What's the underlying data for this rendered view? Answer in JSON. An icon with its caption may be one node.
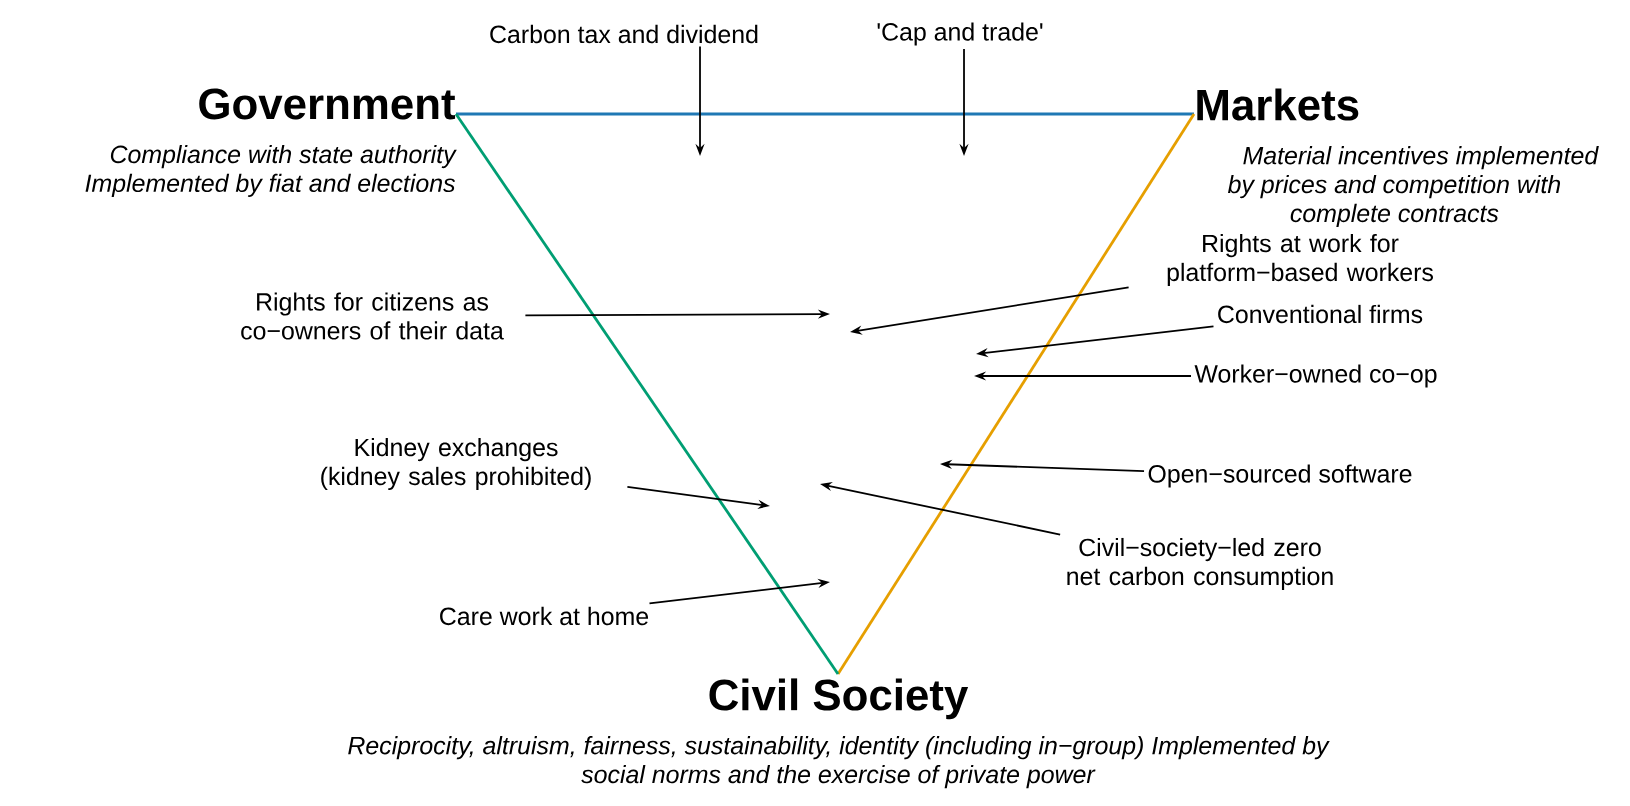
{
  "diagram": {
    "nodes": [
      {
        "text": [
          "Government",
          "Compliance with state authority Implemented by fiat and elections"
        ]
      },
      {
        "text": [
          "Markets",
          "Material incentives implemented by prices and competition with complete contracts"
        ]
      },
      {
        "text": [
          "Civil Society",
          "Reciprocity, altruism, fairness, sustainability, identity (including in−group) Implemented by social norms and the exercise of private power"
        ]
      },
      {
        "text": [
          "Carbon tax and dividend"
        ]
      },
      {
        "text": [
          "'Cap and trade'"
        ]
      },
      {
        "text": [
          "Rights for citizens as co−owners of their data"
        ]
      },
      {
        "text": [
          "Rights at work for platform−based workers"
        ]
      },
      {
        "text": [
          "Conventional firms"
        ]
      },
      {
        "text": [
          "Worker−owned co−op"
        ]
      },
      {
        "text": [
          "Kidney exchanges (kidney sales prohibited)"
        ]
      },
      {
        "text": [
          "Open−sourced software"
        ]
      },
      {
        "text": [
          "Civil−society−led zero net carbon consumption"
        ]
      },
      {
        "text": [
          "Care work at home"
        ]
      }
    ],
    "edges": [
      {
        "from": 0,
        "to": 1,
        "arrow": "none",
        "color": "#1f78b4"
      },
      {
        "from": 1,
        "to": 2,
        "arrow": "none",
        "color": "#e69f00"
      },
      {
        "from": 0,
        "to": 2,
        "arrow": "none",
        "color": "#009e73"
      },
      {
        "from": 3,
        "to": null,
        "arrow": "to"
      },
      {
        "from": 4,
        "to": null,
        "arrow": "to"
      },
      {
        "from": 5,
        "to": null,
        "arrow": "to"
      },
      {
        "from": 6,
        "to": null,
        "arrow": "to"
      },
      {
        "from": 7,
        "to": null,
        "arrow": "to"
      },
      {
        "from": 8,
        "to": null,
        "arrow": "to"
      },
      {
        "from": 9,
        "to": null,
        "arrow": "to"
      },
      {
        "from": 10,
        "to": null,
        "arrow": "to"
      },
      {
        "from": 11,
        "to": null,
        "arrow": "to"
      },
      {
        "from": 12,
        "to": null,
        "arrow": "to"
      }
    ]
  }
}
